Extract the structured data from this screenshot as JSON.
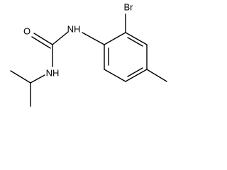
{
  "molecule": {
    "atoms": {
      "bromine": "Br",
      "oxygen": "O",
      "amide_nh": "NH",
      "amine_nh": "NH"
    }
  },
  "colors": {
    "bond": "#000000",
    "background": "#ffffff"
  }
}
